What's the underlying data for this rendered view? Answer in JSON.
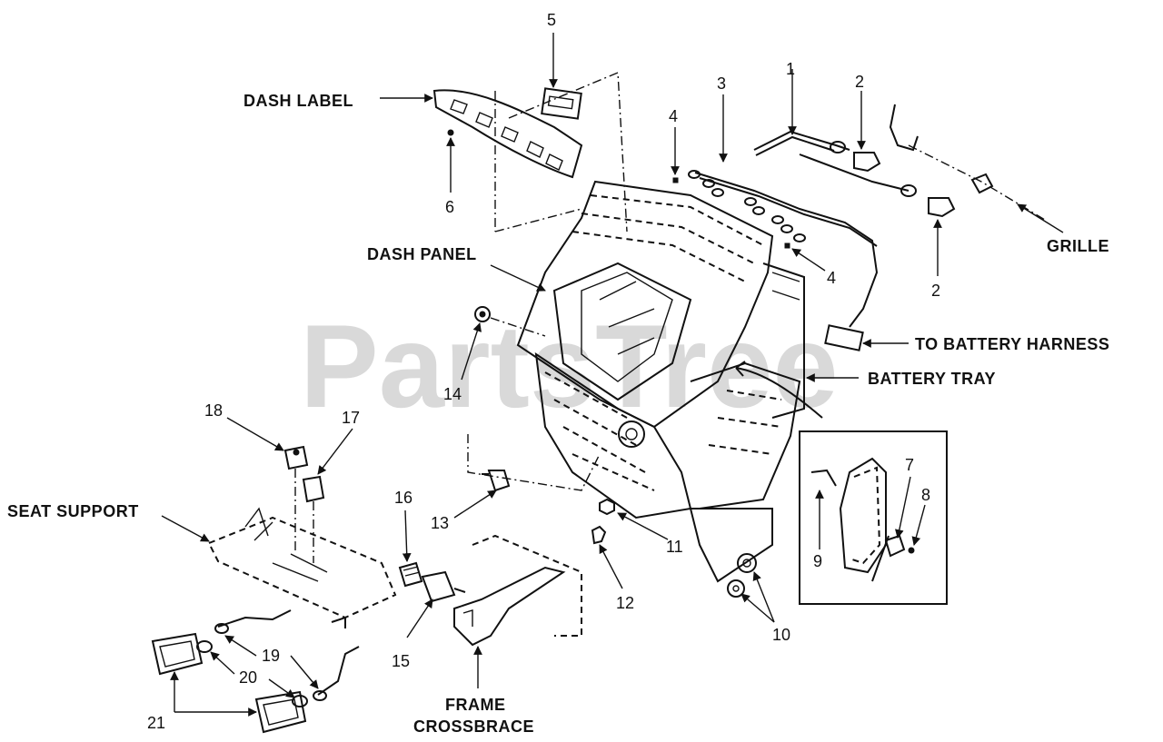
{
  "watermark": "PartsTree",
  "labels": {
    "dash_label": "DASH LABEL",
    "dash_panel": "DASH PANEL",
    "grille": "GRILLE",
    "to_battery_harness": "TO BATTERY HARNESS",
    "battery_tray": "BATTERY TRAY",
    "seat_support": "SEAT SUPPORT",
    "frame_crossbrace_line1": "FRAME",
    "frame_crossbrace_line2": "CROSSBRACE"
  },
  "callouts": {
    "n1": "1",
    "n2a": "2",
    "n2b": "2",
    "n3": "3",
    "n4a": "4",
    "n4b": "4",
    "n5": "5",
    "n6": "6",
    "n7": "7",
    "n8": "8",
    "n9": "9",
    "n10": "10",
    "n11": "11",
    "n12": "12",
    "n13": "13",
    "n14": "14",
    "n15": "15",
    "n16": "16",
    "n17": "17",
    "n18": "18",
    "n19": "19",
    "n20": "20",
    "n21": "21"
  }
}
